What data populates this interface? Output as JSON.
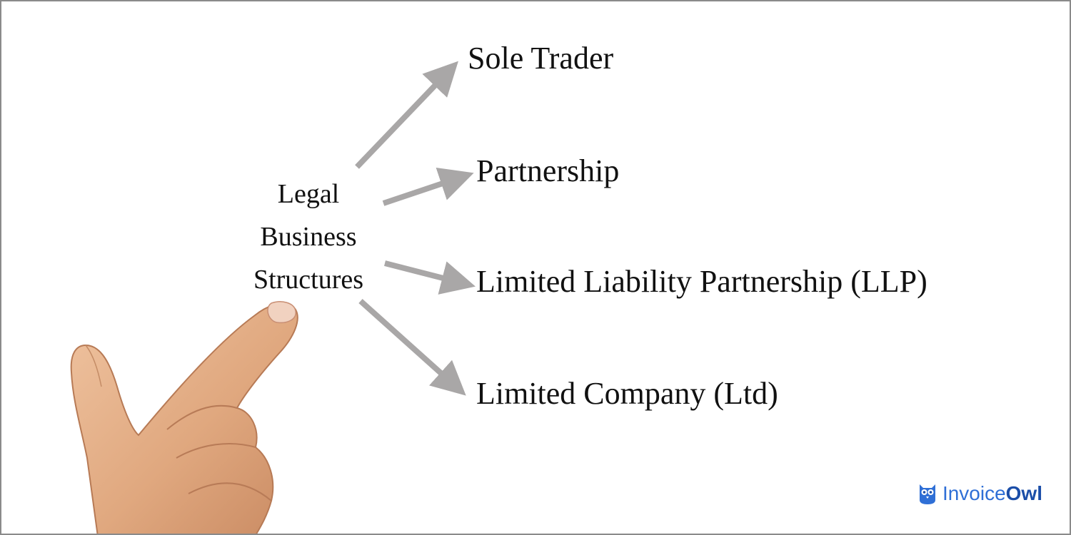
{
  "center": {
    "lines": [
      "Legal",
      "Business",
      "Structures"
    ]
  },
  "items": [
    {
      "label": "Sole Trader"
    },
    {
      "label": "Partnership"
    },
    {
      "label": "Limited Liability Partnership (LLP)"
    },
    {
      "label": "Limited Company (Ltd)"
    }
  ],
  "brand": {
    "part1": "Invoice",
    "part2": "Owl",
    "icon": "owl-icon"
  },
  "colors": {
    "arrow": "#a9a7a7",
    "text": "#111111",
    "brand": "#2f6fd6",
    "skin": "#e0a87f"
  }
}
